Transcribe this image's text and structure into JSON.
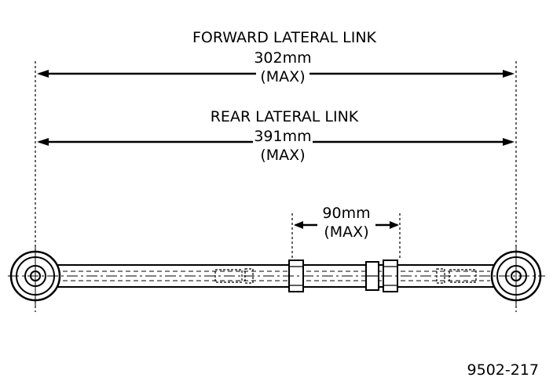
{
  "forward": {
    "title": "FORWARD LATERAL LINK",
    "length": "302mm",
    "qualifier": "(MAX)"
  },
  "rear": {
    "title": "REAR LATERAL LINK",
    "length": "391mm",
    "qualifier": "(MAX)"
  },
  "adjuster": {
    "length": "90mm",
    "qualifier": "(MAX)"
  },
  "figure_ref": "9502-217"
}
